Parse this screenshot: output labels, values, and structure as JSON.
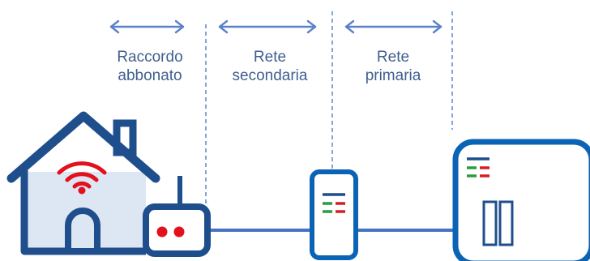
{
  "segments": [
    {
      "line1": "Raccordo",
      "line2": "abbonato"
    },
    {
      "line1": "Rete",
      "line2": "secondaria"
    },
    {
      "line1": "Rete",
      "line2": "primaria"
    }
  ],
  "icons": {
    "home": "house-with-wifi-icon",
    "router": "modem-router-icon",
    "cabinet": "street-cabinet-icon",
    "exchange": "central-office-icon"
  },
  "colors": {
    "dark_blue": "#1f4e8c",
    "mid_blue": "#0b63b5",
    "link_blue": "#4472c4",
    "arrow_blue": "#5b82c9",
    "label_text": "#3f5f8f",
    "house_fill": "#dde6f3",
    "wifi_red": "#e3101d",
    "flag_green": "#2a9d3f",
    "flag_red": "#d61d26",
    "flag_blue": "#1f4e8c"
  }
}
